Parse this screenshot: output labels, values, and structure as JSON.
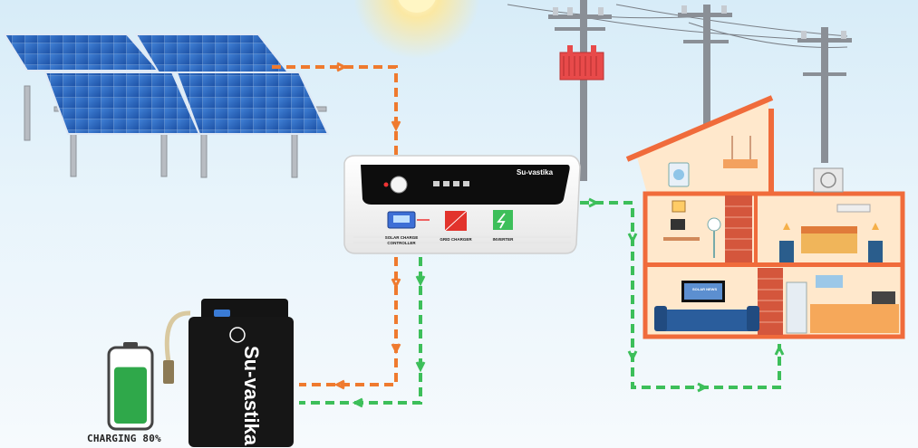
{
  "diagram": {
    "brand": "Su-vastika",
    "battery_brand": "Su-vastika",
    "modules": [
      {
        "id": "solar",
        "label_line1": "SOLAR CHARGE",
        "label_line2": "CONTROLLER"
      },
      {
        "id": "grid",
        "label_line1": "GRID CHARGER",
        "label_line2": ""
      },
      {
        "id": "inverter",
        "label_line1": "INVERTER",
        "label_line2": ""
      }
    ],
    "tv_text": "SOLAR NEWS",
    "charging_label": "CHARGING 80%",
    "charge_level": 0.8,
    "colors": {
      "solar_flow": "#ef7a2e",
      "power_flow": "#3dbf5a",
      "battery_fill": "#2fa84a",
      "house_wall": "#f06b3b"
    }
  }
}
